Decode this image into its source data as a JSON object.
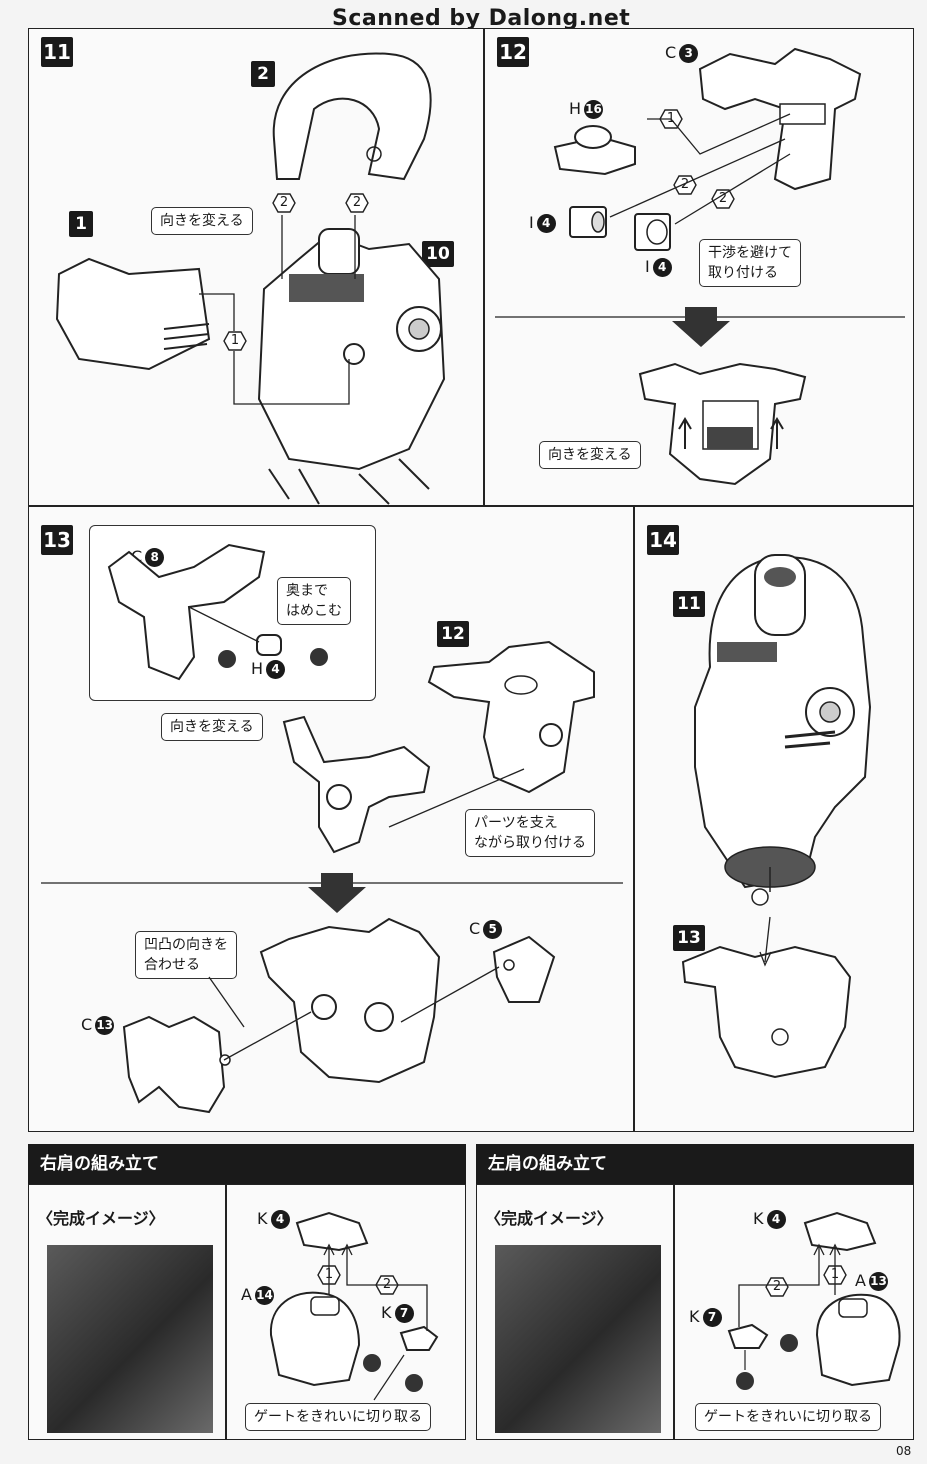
{
  "watermark": "Scanned by Dalong.net",
  "page_number": "08",
  "steps": {
    "s11": {
      "number": "11",
      "refs": {
        "part_a": "2",
        "part_b": "1",
        "part_c": "10"
      },
      "callout": "向きを変える",
      "hex_labels": {
        "h1": "2",
        "h2": "2",
        "h3": "1"
      }
    },
    "s12": {
      "number": "12",
      "parts": {
        "c": "C",
        "c_num": "3",
        "h": "H",
        "h_num": "16",
        "i1": "I",
        "i1_num": "4",
        "i2": "I",
        "i2_num": "4"
      },
      "hex_labels": {
        "h1": "1",
        "h2": "2",
        "h3": "2"
      },
      "callout_avoid": [
        "干渉を避けて",
        "取り付ける"
      ],
      "callout_turn": "向きを変える"
    },
    "s13": {
      "number": "13",
      "parts": {
        "c8": "C",
        "c8_num": "8",
        "h4": "H",
        "h4_num": "4",
        "c5": "C",
        "c5_num": "5",
        "c13": "C",
        "c13_num": "13"
      },
      "refs": {
        "step12": "12"
      },
      "callout_press": [
        "奥まで",
        "はめこむ"
      ],
      "callout_turn": "向きを変える",
      "callout_support": [
        "パーツを支え",
        "ながら取り付ける"
      ],
      "callout_align": [
        "凹凸の向きを",
        "合わせる"
      ]
    },
    "s14": {
      "number": "14",
      "refs": {
        "step11": "11",
        "step13": "13"
      }
    }
  },
  "right_shoulder": {
    "title": "右肩の組み立て",
    "image_heading": "〈完成イメージ〉",
    "parts": {
      "k4": "K",
      "k4_num": "4",
      "a14": "A",
      "a14_num": "14",
      "k7": "K",
      "k7_num": "7"
    },
    "hex_labels": {
      "h1": "1",
      "h2": "2"
    },
    "callout_gate": "ゲートをきれいに切り取る"
  },
  "left_shoulder": {
    "title": "左肩の組み立て",
    "image_heading": "〈完成イメージ〉",
    "parts": {
      "k4": "K",
      "k4_num": "4",
      "a13": "A",
      "a13_num": "13",
      "k7": "K",
      "k7_num": "7"
    },
    "hex_labels": {
      "h1": "1",
      "h2": "2"
    },
    "callout_gate": "ゲートをきれいに切り取る"
  }
}
